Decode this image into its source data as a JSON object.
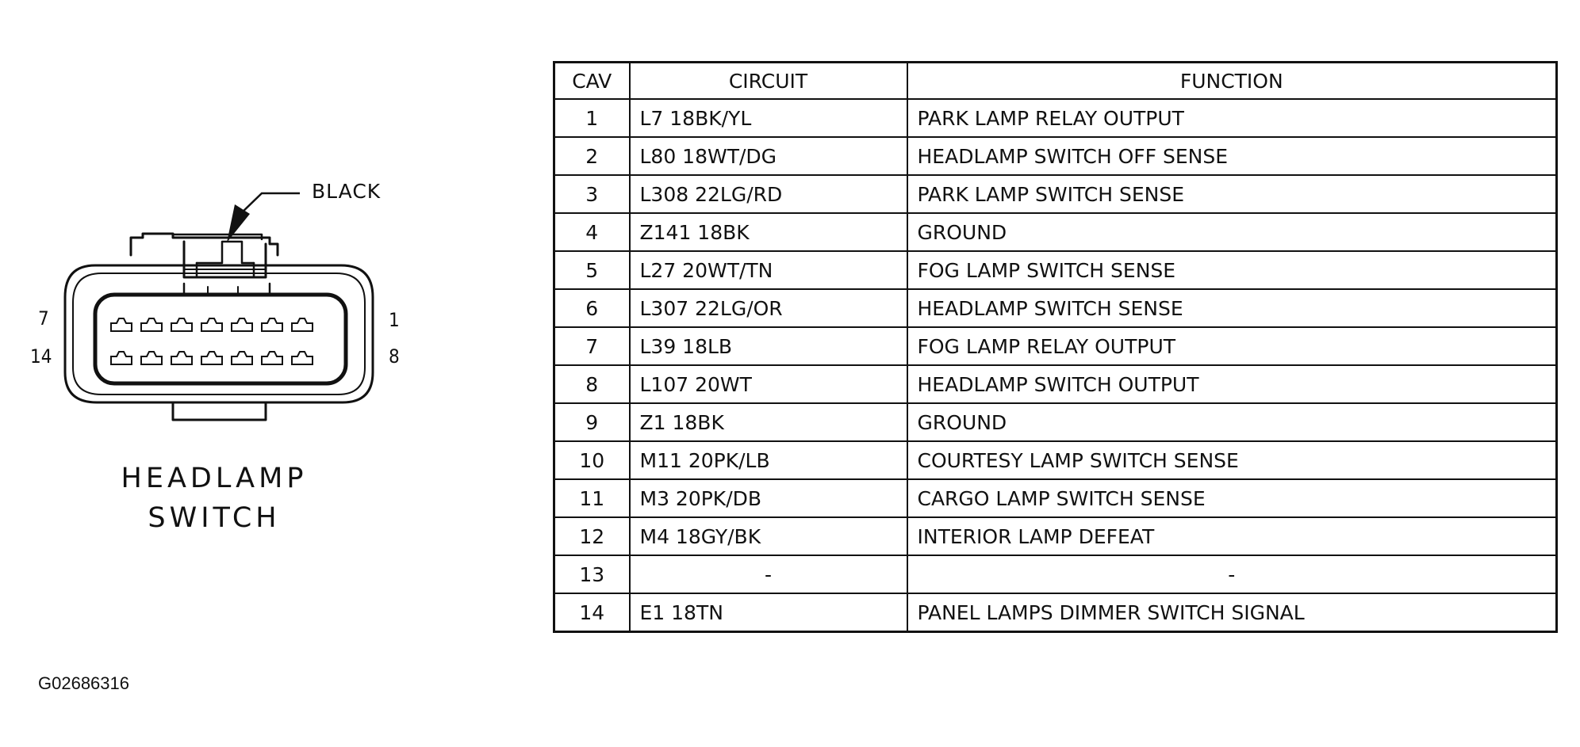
{
  "connector": {
    "callout": "BLACK",
    "title_line1": "HEADLAMP",
    "title_line2": "SWITCH",
    "pin_labels": {
      "top_left": "7",
      "bottom_left": "14",
      "top_right": "1",
      "bottom_right": "8"
    },
    "cavity_count": 14
  },
  "table": {
    "headers": {
      "cav": "CAV",
      "circuit": "CIRCUIT",
      "function": "FUNCTION"
    },
    "rows": [
      {
        "cav": "1",
        "circuit": "L7 18BK/YL",
        "function": "PARK LAMP RELAY OUTPUT"
      },
      {
        "cav": "2",
        "circuit": "L80 18WT/DG",
        "function": "HEADLAMP SWITCH OFF SENSE"
      },
      {
        "cav": "3",
        "circuit": "L308 22LG/RD",
        "function": "PARK LAMP SWITCH SENSE"
      },
      {
        "cav": "4",
        "circuit": "Z141 18BK",
        "function": "GROUND"
      },
      {
        "cav": "5",
        "circuit": "L27 20WT/TN",
        "function": "FOG LAMP SWITCH SENSE"
      },
      {
        "cav": "6",
        "circuit": "L307 22LG/OR",
        "function": "HEADLAMP SWITCH SENSE"
      },
      {
        "cav": "7",
        "circuit": "L39 18LB",
        "function": "FOG LAMP RELAY OUTPUT"
      },
      {
        "cav": "8",
        "circuit": "L107 20WT",
        "function": "HEADLAMP SWITCH OUTPUT"
      },
      {
        "cav": "9",
        "circuit": "Z1 18BK",
        "function": "GROUND"
      },
      {
        "cav": "10",
        "circuit": "M11 20PK/LB",
        "function": "COURTESY LAMP SWITCH SENSE"
      },
      {
        "cav": "11",
        "circuit": "M3 20PK/DB",
        "function": "CARGO LAMP SWITCH SENSE"
      },
      {
        "cav": "12",
        "circuit": "M4 18GY/BK",
        "function": "INTERIOR LAMP DEFEAT"
      },
      {
        "cav": "13",
        "circuit": "-",
        "function": "-"
      },
      {
        "cav": "14",
        "circuit": "E1 18TN",
        "function": "PANEL LAMPS DIMMER SWITCH SIGNAL"
      }
    ]
  },
  "figure_id": "G02686316"
}
